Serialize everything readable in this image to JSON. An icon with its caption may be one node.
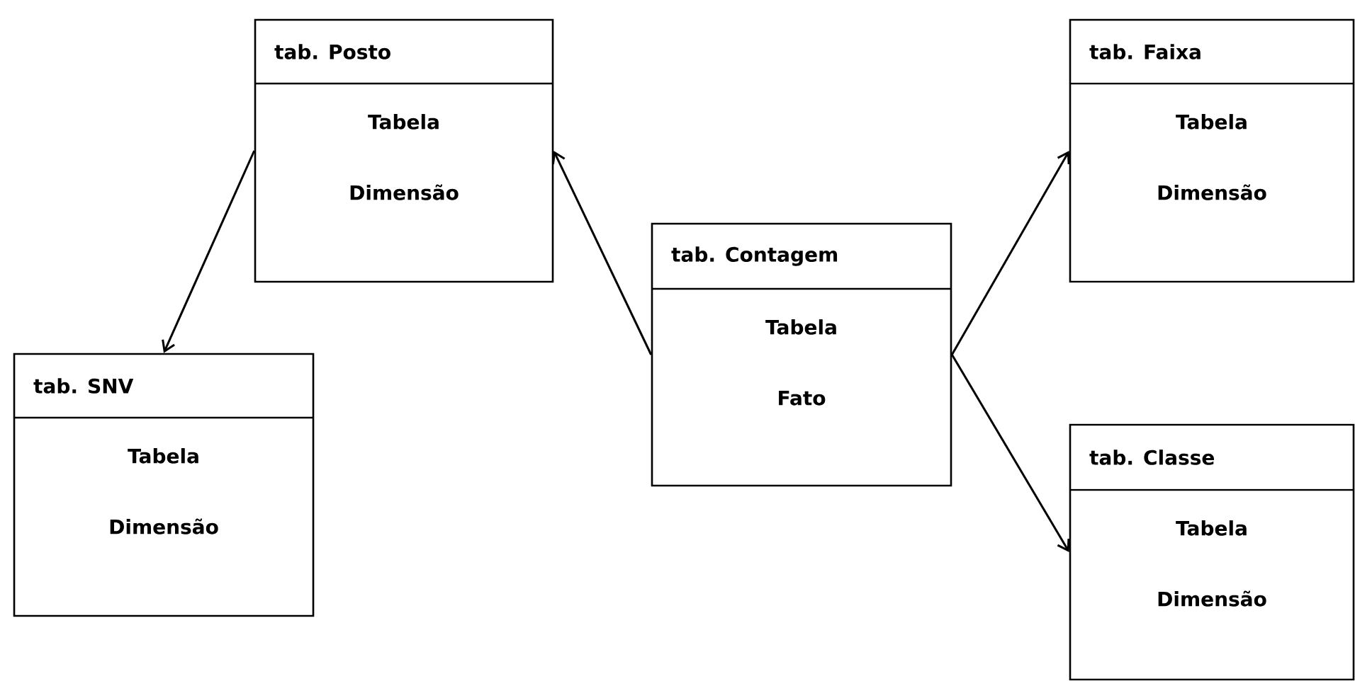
{
  "diagram": {
    "nodes": [
      {
        "text": [
          "tab. Posto",
          "Tabela Dimensão"
        ]
      },
      {
        "text": [
          "tab. SNV",
          "Tabela Dimensão"
        ]
      },
      {
        "text": [
          "tab. Contagem",
          "Tabela Fato"
        ]
      },
      {
        "text": [
          "tab. Faixa",
          "Tabela Dimensão"
        ]
      },
      {
        "text": [
          "tab. Classe",
          "Tabela Dimensão"
        ]
      }
    ],
    "edges": [
      {
        "from": 0,
        "to": 1,
        "arrow": "to"
      },
      {
        "from": 2,
        "to": 0,
        "arrow": "to"
      },
      {
        "from": 2,
        "to": 3,
        "arrow": "to"
      },
      {
        "from": 2,
        "to": 4,
        "arrow": "to"
      }
    ]
  }
}
